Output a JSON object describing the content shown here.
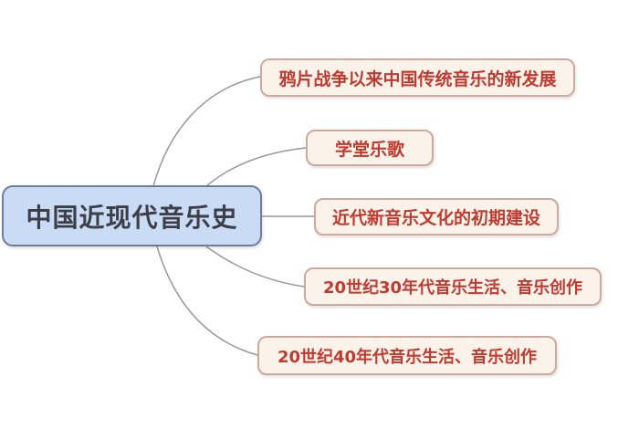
{
  "diagram": {
    "type": "mindmap",
    "title": "中国近现代音乐史",
    "root": {
      "label": "中国近现代音乐史"
    },
    "branches": [
      {
        "label": "鸦片战争以来中国传统音乐的新发展"
      },
      {
        "label": "学堂乐歌"
      },
      {
        "label": "近代新音乐文化的初期建设"
      },
      {
        "label": "20世纪30年代音乐生活、音乐创作"
      },
      {
        "label": "20世纪40年代音乐生活、音乐创作"
      }
    ],
    "colors": {
      "root_fill": "#cadbf6",
      "root_border": "#6f7d96",
      "root_text": "#3c3f48",
      "branch_fill": "#fbf3ea",
      "branch_border": "#cbaaa0",
      "branch_text": "#c03a30",
      "connector": "#999999",
      "background": "#ffffff"
    }
  }
}
